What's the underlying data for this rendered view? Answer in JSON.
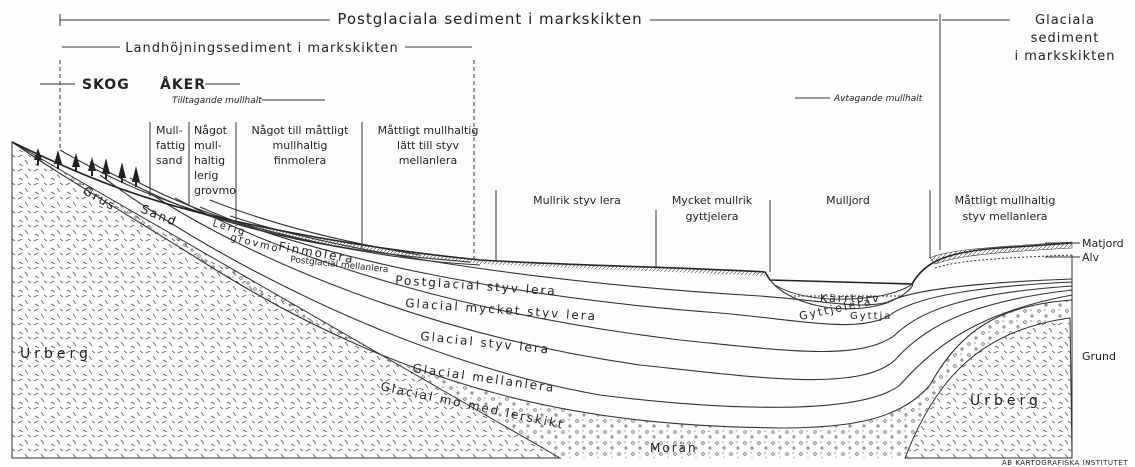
{
  "headers": {
    "postglacial": "Postglaciala sediment i markskikten",
    "landhojning": "Landhöjningssediment i markskikten",
    "glaciala": [
      "Glaciala",
      "sediment",
      "i markskikten"
    ]
  },
  "landuse": {
    "skog": "SKOG",
    "aker": "ÅKER",
    "tilltagande": "Tilltagande mullhalt",
    "avtagande": "Avtagande mullhalt"
  },
  "columns": [
    [
      "Mull-",
      "fattig",
      "sand"
    ],
    [
      "Något",
      "mull-",
      "haltig",
      "lerig",
      "grovmo"
    ],
    [
      "Något till måttligt",
      "mullhaltig",
      "finmolera"
    ],
    [
      "Måttligt mullhaltig",
      "lätt till styv",
      "mellanlera"
    ],
    [
      "Mullrik styv lera"
    ],
    [
      "Mycket mullrik",
      "gyttjelera"
    ],
    [
      "Mulljord"
    ],
    [
      "Måttligt mullhaltig",
      "styv mellanlera"
    ]
  ],
  "layers": {
    "grus": "Grus",
    "sand": "Sand",
    "lerig": "Lerig",
    "grovmo": "grovmo",
    "finmolera": "Finmolera",
    "postglacial_mellanlera": "Postglacial mellanlera",
    "postglacial_styv": "Postglacial styv lera",
    "glacial_mycket": "Glacial mycket styv lera",
    "glacial_styv": "Glacial styv lera",
    "glacial_mellan": "Glacial mellanlera",
    "glacial_mo": "Glacial mo med lerskikt",
    "moran": "Morän",
    "kartorv": "Kärrtorv",
    "gyttja": "Gyttja",
    "gyttjelera": "Gyttjelera",
    "urberg_left": "Urberg",
    "urberg_right": "Urberg"
  },
  "side_labels": {
    "matjord": "Matjord",
    "alv": "Alv",
    "grund": "Grund"
  },
  "credit": "AB KARTOGRAFISKA INSTITUTET"
}
